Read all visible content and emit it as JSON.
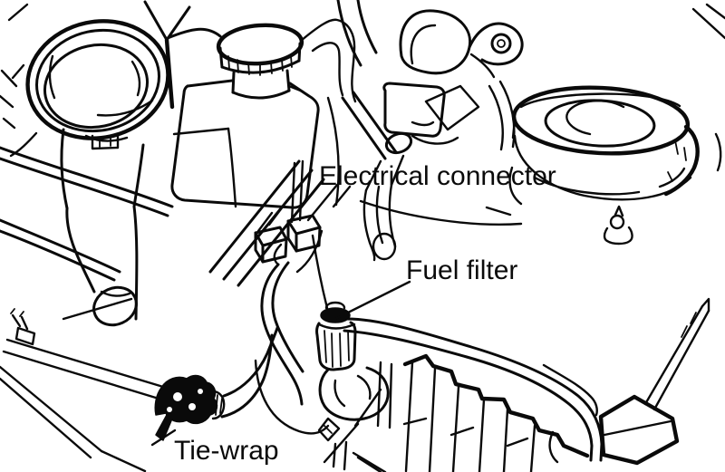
{
  "figure": {
    "type": "technical-line-drawing",
    "subject": "Engine compartment fuel filter location",
    "background_color": "#ffffff",
    "line_color": "#0a0a0a",
    "labels": {
      "electrical_connector": "Electrical connector",
      "fuel_filter": "Fuel filter",
      "tie_wrap": "Tie-wrap"
    }
  }
}
